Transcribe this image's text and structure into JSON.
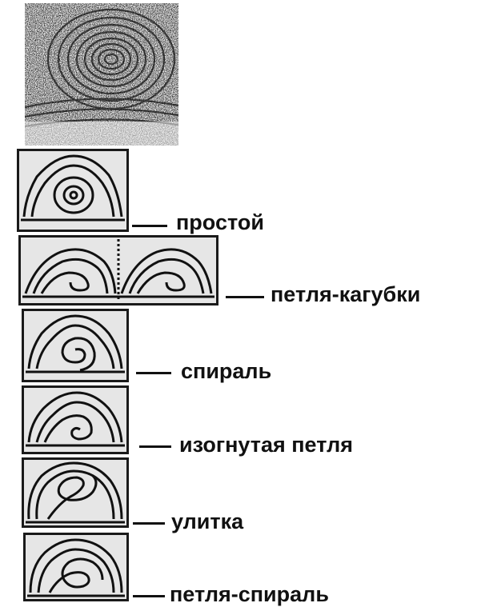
{
  "labels": {
    "simple": "простой",
    "kagubki": "петля-кагубки",
    "spiral": "спираль",
    "bent_loop": "изогнутая петля",
    "snail": "улитка",
    "loop_spiral": "петля-спираль"
  },
  "colors": {
    "ink": "#111111",
    "tile_bg": "#e6e6e6"
  }
}
